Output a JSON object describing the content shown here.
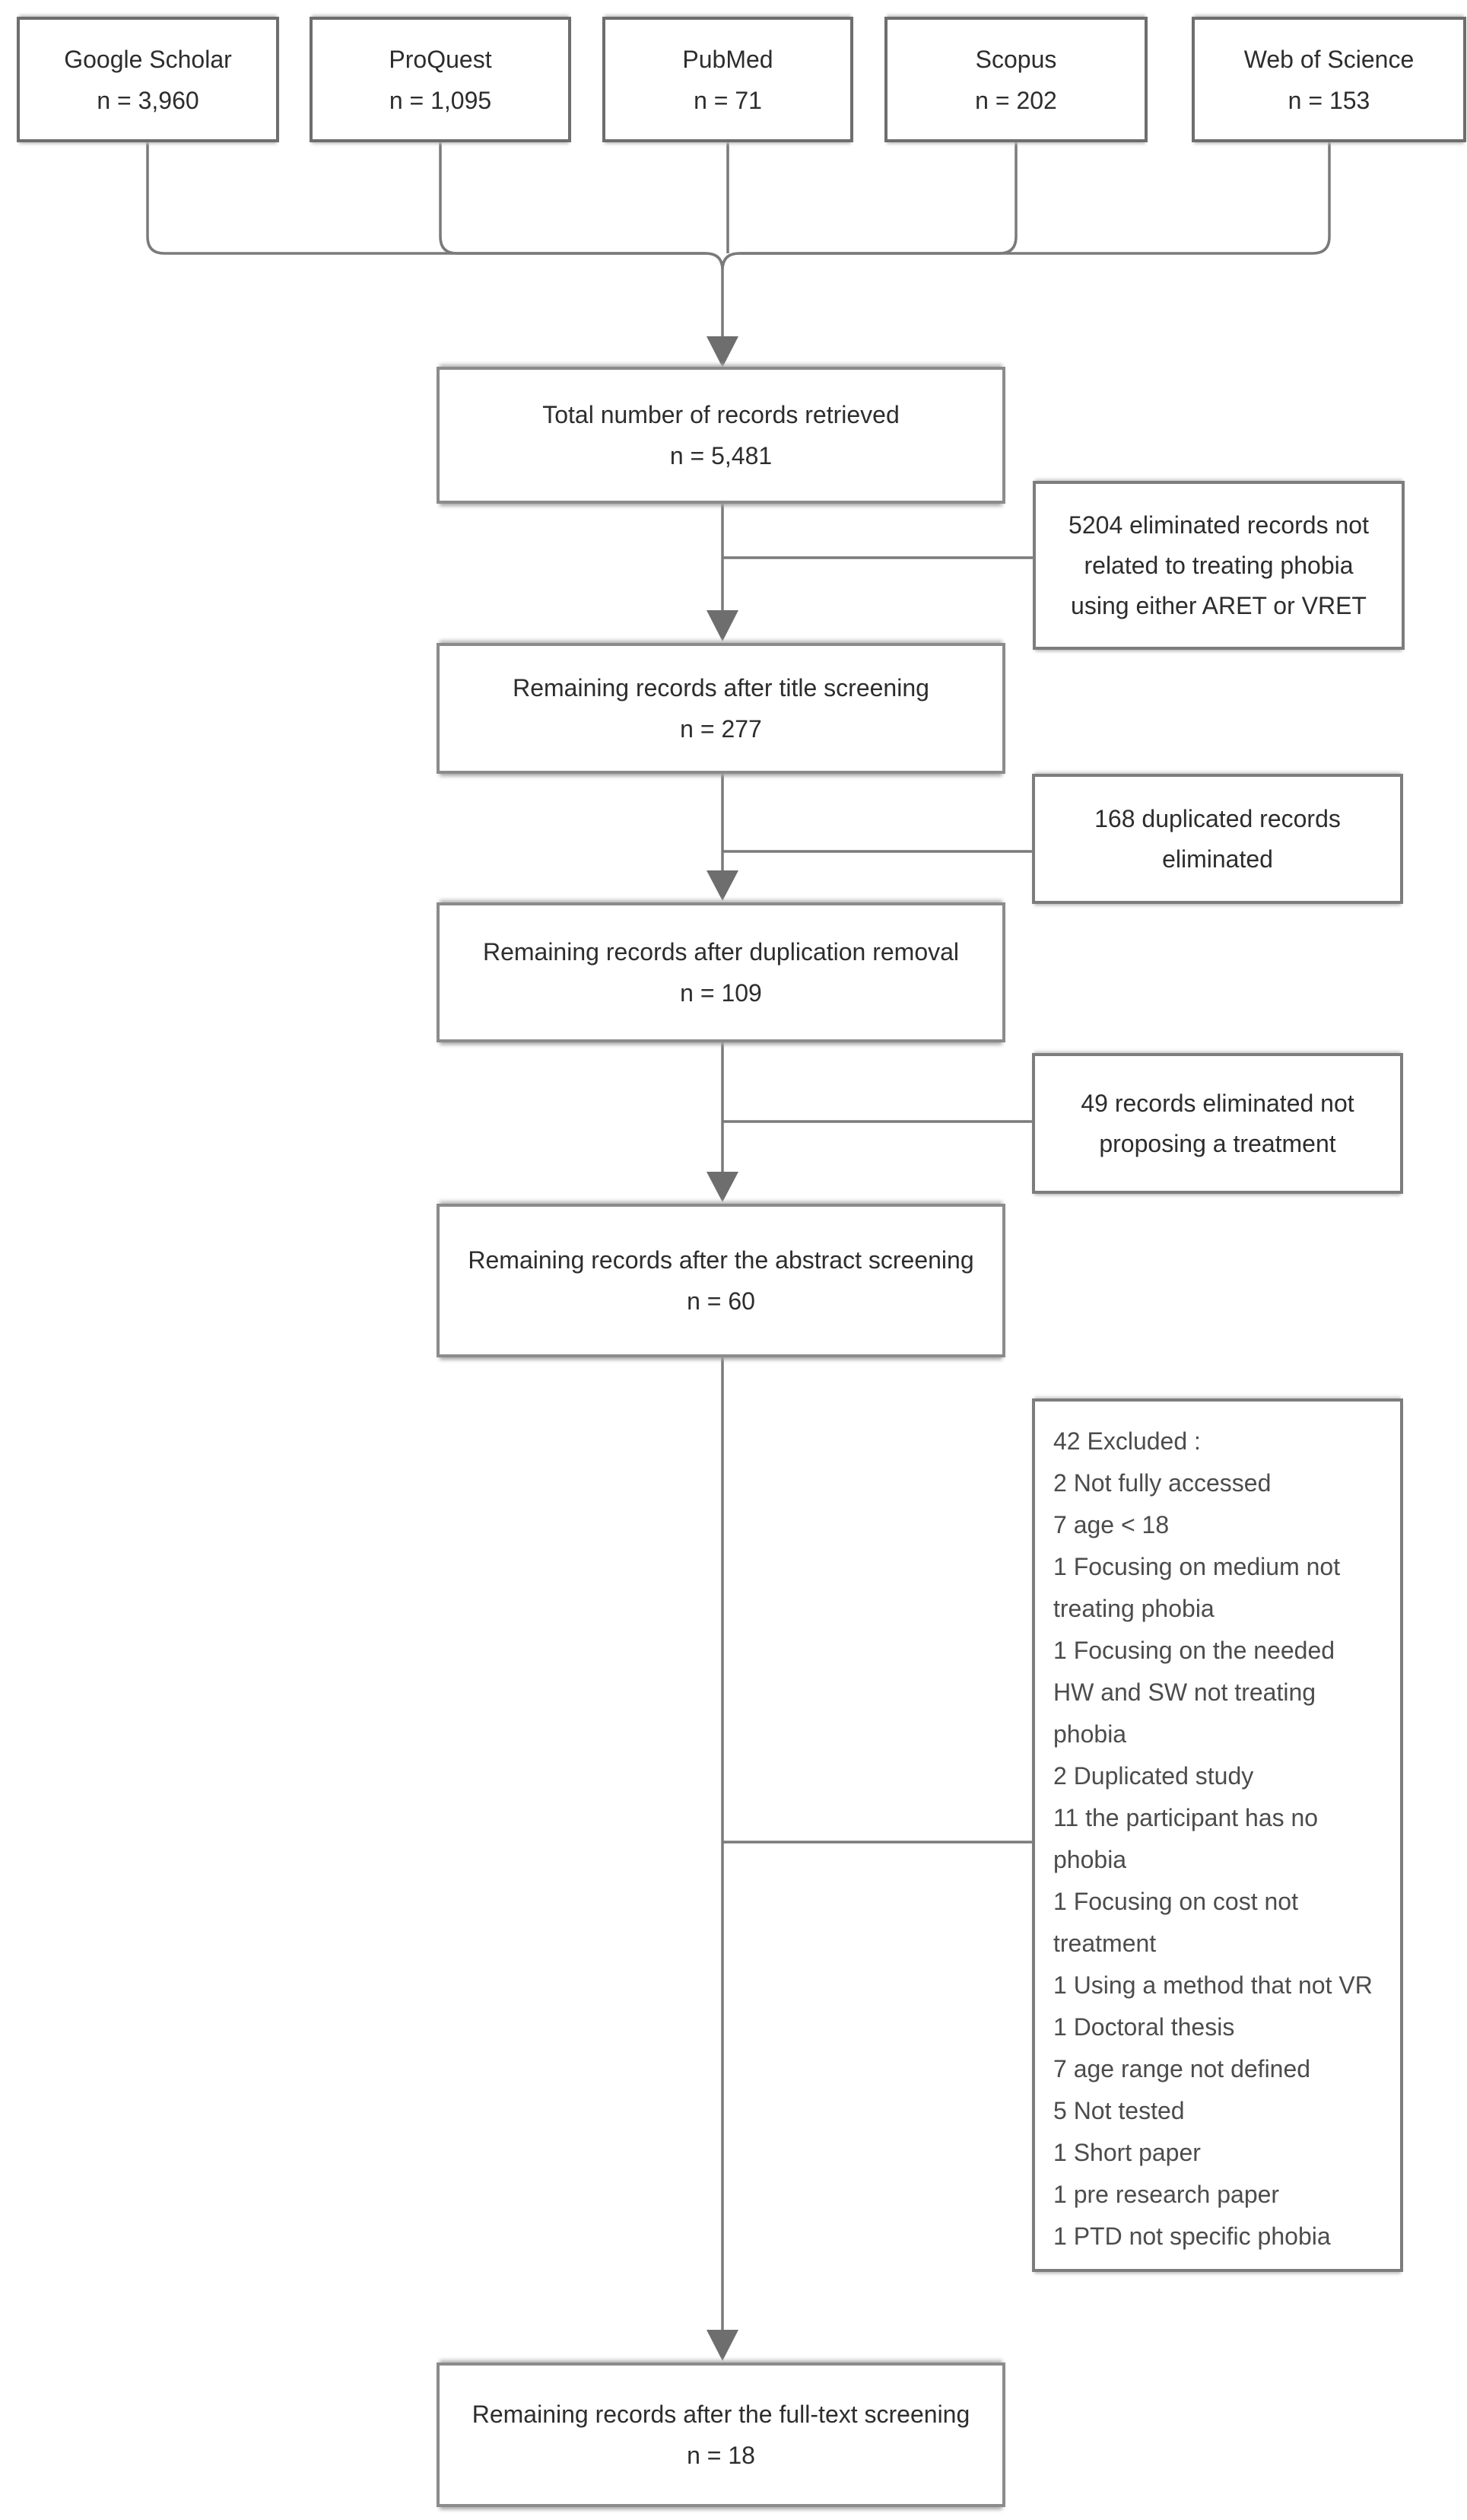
{
  "colors": {
    "background": "#ffffff",
    "line": "#7a7a7a",
    "arrow": "#6e6e6e",
    "source_border": "#6e6e6e",
    "stage_border": "#8b8b8b",
    "side_border": "#7d7d7d",
    "text": "#2d2d2d",
    "side_large_text": "#4c4c4c"
  },
  "sources": [
    {
      "label": "Google Scholar",
      "count": "n = 3,960"
    },
    {
      "label": "ProQuest",
      "count": "n = 1,095"
    },
    {
      "label": "PubMed",
      "count": "n = 71"
    },
    {
      "label": "Scopus",
      "count": "n = 202"
    },
    {
      "label": "Web of Science",
      "count": "n = 153"
    }
  ],
  "stages": [
    {
      "label": "Total number of records retrieved",
      "count": "n = 5,481"
    },
    {
      "label": "Remaining records after title screening",
      "count": "n = 277"
    },
    {
      "label": "Remaining records after duplication removal",
      "count": "n = 109"
    },
    {
      "label": "Remaining records after the abstract screening",
      "count": "n = 60"
    },
    {
      "label": "Remaining records after the full-text screening",
      "count": "n = 18"
    }
  ],
  "exclusions": [
    {
      "text": "5204 eliminated records not\nrelated to treating phobia\nusing either ARET or VRET"
    },
    {
      "text": "168 duplicated records\neliminated"
    },
    {
      "text": "49 records eliminated not\nproposing a treatment"
    },
    {
      "text": "42 Excluded :\n2 Not fully accessed\n7 age < 18\n1 Focusing on medium not\ntreating phobia\n1 Focusing on the needed\nHW and SW not treating\nphobia\n2 Duplicated study\n11 the participant has no\nphobia\n1 Focusing on cost not\ntreatment\n1 Using a method that not VR\n1 Doctoral thesis\n7 age range not defined\n5 Not tested\n1 Short paper\n1 pre research paper\n1 PTD not specific phobia"
    }
  ]
}
